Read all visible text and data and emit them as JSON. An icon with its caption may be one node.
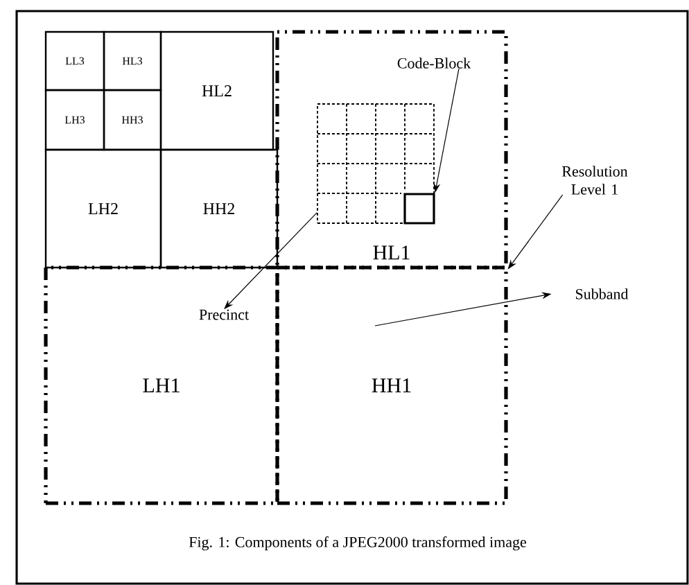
{
  "diagram": {
    "caption": "Fig. 1: Components of a JPEG2000 transformed image",
    "nodes": [
      {
        "text": [
          "LL3"
        ]
      },
      {
        "text": [
          "HL3"
        ]
      },
      {
        "text": [
          "LH3"
        ]
      },
      {
        "text": [
          "HH3"
        ]
      },
      {
        "text": [
          "HL2"
        ]
      },
      {
        "text": [
          "LH2"
        ]
      },
      {
        "text": [
          "HH2"
        ]
      },
      {
        "text": [
          "HL1"
        ]
      },
      {
        "text": [
          "LH1"
        ]
      },
      {
        "text": [
          "HH1"
        ]
      },
      {
        "text": [
          "Code-Block"
        ],
        "in": 7
      },
      {
        "text": [],
        "shape": "box",
        "in": 12
      },
      {
        "text": [],
        "shape": "box",
        "in": 7
      },
      {
        "text": [
          "Precinct"
        ],
        "in": 8
      },
      {
        "text": [
          "Resolution Level 1"
        ]
      },
      {
        "text": [
          "Subband"
        ]
      }
    ],
    "edges": [
      {
        "from": 10,
        "to": 11,
        "arrow": "to"
      },
      {
        "from": 12,
        "to": 13,
        "arrow": "to"
      },
      {
        "from": 14,
        "to": 7,
        "arrow": "to"
      },
      {
        "from": 9,
        "to": 15,
        "arrow": "to"
      }
    ]
  }
}
